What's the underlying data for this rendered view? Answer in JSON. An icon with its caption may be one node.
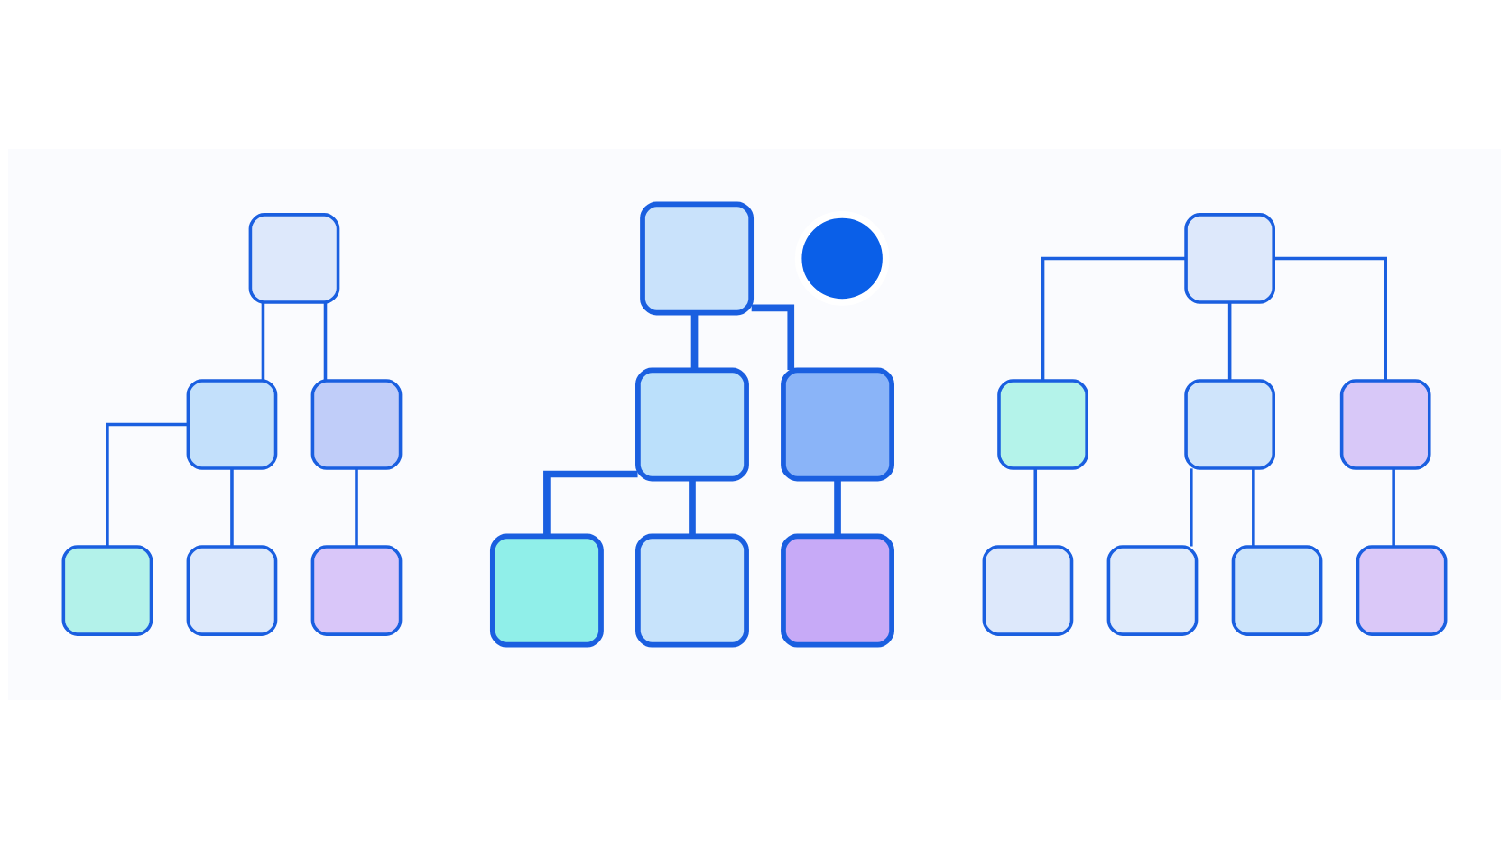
{
  "diagram": {
    "nodes": [
      {
        "text": [],
        "shape": "box"
      },
      {
        "text": [],
        "shape": "box"
      },
      {
        "text": [],
        "shape": "box"
      },
      {
        "text": [],
        "shape": "box"
      },
      {
        "text": [],
        "shape": "box"
      },
      {
        "text": [],
        "shape": "box"
      },
      {
        "text": [],
        "shape": "box"
      },
      {
        "text": [],
        "shape": "box"
      },
      {
        "text": [],
        "shape": "box"
      },
      {
        "text": [],
        "shape": "box"
      },
      {
        "text": [],
        "shape": "box"
      },
      {
        "text": [],
        "shape": "box"
      },
      {
        "text": [],
        "shape": "circle"
      },
      {
        "text": [],
        "shape": "box"
      },
      {
        "text": [],
        "shape": "box"
      },
      {
        "text": [],
        "shape": "box"
      },
      {
        "text": [],
        "shape": "box"
      },
      {
        "text": [],
        "shape": "box"
      },
      {
        "text": [],
        "shape": "box"
      },
      {
        "text": [],
        "shape": "box"
      },
      {
        "text": [],
        "shape": "box"
      }
    ],
    "edges": [
      {
        "from": 0,
        "to": 1,
        "arrow": "none"
      },
      {
        "from": 0,
        "to": 2,
        "arrow": "none"
      },
      {
        "from": 1,
        "to": 3,
        "arrow": "none"
      },
      {
        "from": 1,
        "to": 4,
        "arrow": "none"
      },
      {
        "from": 2,
        "to": 5,
        "arrow": "none"
      },
      {
        "from": 6,
        "to": 7,
        "arrow": "none",
        "style": "thick"
      },
      {
        "from": 6,
        "to": 8,
        "arrow": "none",
        "style": "thick"
      },
      {
        "from": 7,
        "to": 9,
        "arrow": "none",
        "style": "thick"
      },
      {
        "from": 7,
        "to": 10,
        "arrow": "none",
        "style": "thick"
      },
      {
        "from": 8,
        "to": 11,
        "arrow": "none",
        "style": "thick"
      },
      {
        "from": 13,
        "to": 14,
        "arrow": "none"
      },
      {
        "from": 13,
        "to": 15,
        "arrow": "none"
      },
      {
        "from": 13,
        "to": 16,
        "arrow": "none"
      },
      {
        "from": 14,
        "to": 17,
        "arrow": "none"
      },
      {
        "from": 15,
        "to": 18,
        "arrow": "none"
      },
      {
        "from": 15,
        "to": 19,
        "arrow": "none"
      },
      {
        "from": 16,
        "to": 20,
        "arrow": "none"
      }
    ]
  }
}
